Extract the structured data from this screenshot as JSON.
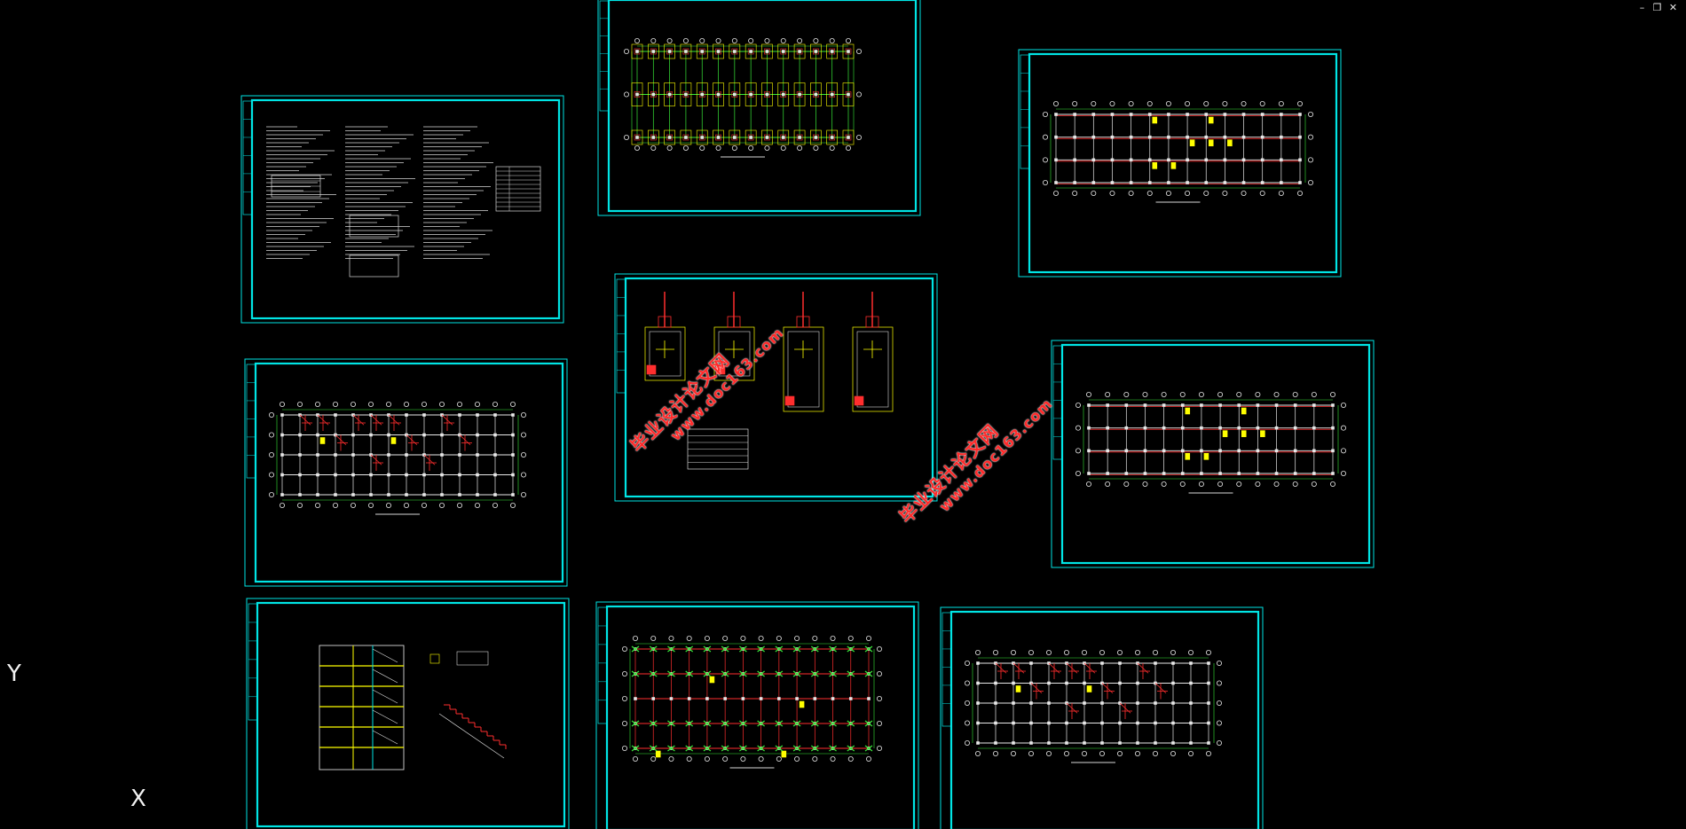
{
  "window_controls": {
    "minimize": "–",
    "restore": "❐",
    "close": "✕"
  },
  "ucs": {
    "y_label": "Y",
    "x_label": "X"
  },
  "watermarks": [
    {
      "line1": "毕业设计论文网",
      "line2": "www.doc163.com"
    },
    {
      "line1": "毕业设计论文网",
      "line2": "www.doc163.com"
    }
  ],
  "colors": {
    "background": "#000000",
    "frame": "#00e5e5",
    "grid_line": "#38e838",
    "axis_bubble": "#e8e8e8",
    "beam": "#ff2e2e",
    "highlight": "#ffff00",
    "column": "#e8e8e8",
    "text": "#d8d8d8"
  },
  "sheets": [
    {
      "name": "design-notes-sheet",
      "kind": "notes"
    },
    {
      "name": "foundation-plan-sheet",
      "kind": "foundation"
    },
    {
      "name": "floor-plan-sheet-top-right",
      "kind": "floor_plan_a"
    },
    {
      "name": "foundation-detail-sheet",
      "kind": "details"
    },
    {
      "name": "floor-plan-sheet-mid-left",
      "kind": "floor_plan_b"
    },
    {
      "name": "floor-plan-sheet-mid-right",
      "kind": "floor_plan_a"
    },
    {
      "name": "stair-section-sheet",
      "kind": "stairs"
    },
    {
      "name": "column-plan-sheet",
      "kind": "columns"
    },
    {
      "name": "roof-plan-sheet",
      "kind": "floor_plan_b"
    }
  ]
}
